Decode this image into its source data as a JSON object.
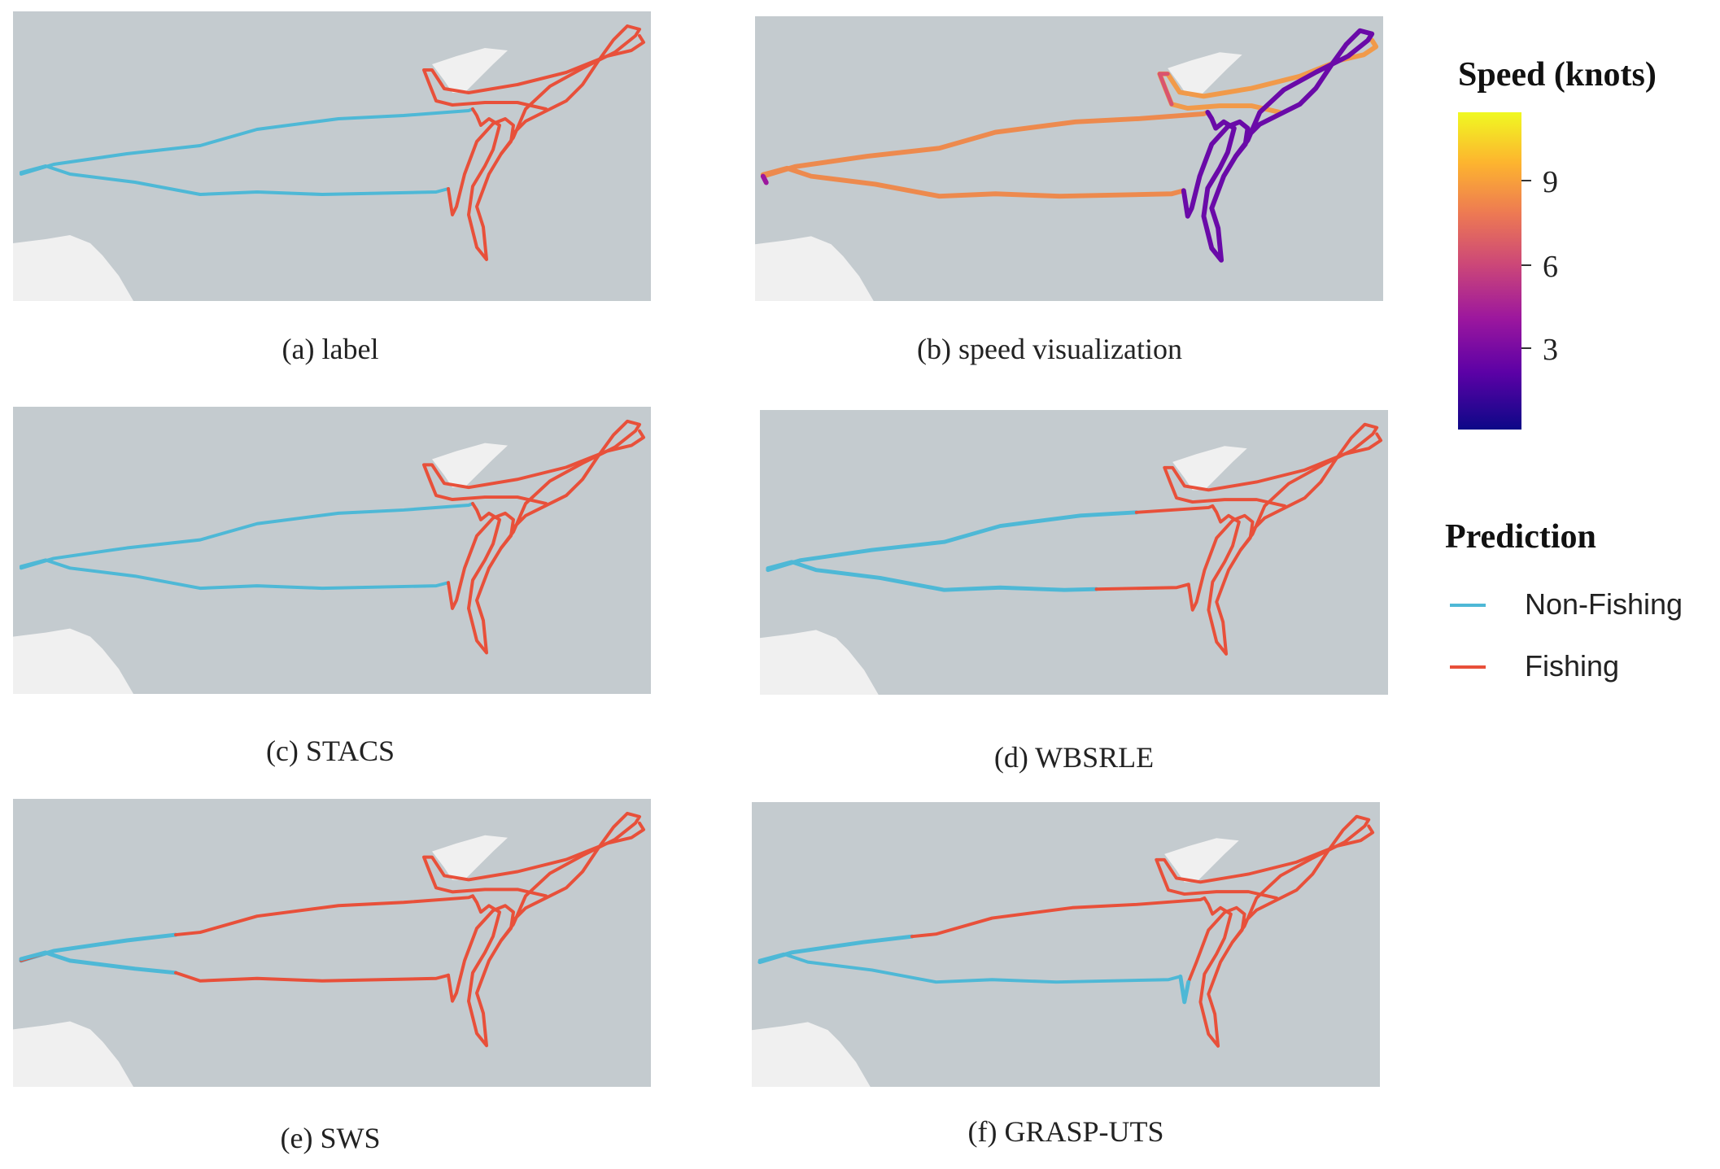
{
  "captions": {
    "a": "(a) label",
    "b": "(b) speed visualization",
    "c": "(c) STACS",
    "d": "(d) WBSRLE",
    "e": "(e) SWS",
    "f": "(f) GRASP-UTS"
  },
  "legend": {
    "speed_title": "Speed (knots)",
    "speed_ticks": [
      "9",
      "6",
      "3"
    ],
    "prediction_title": "Prediction",
    "items": [
      {
        "label": "Non-Fishing",
        "color": "#4eb8d6"
      },
      {
        "label": "Fishing",
        "color": "#e8503a"
      }
    ]
  },
  "colors": {
    "sea": "#c4cbcf",
    "land": "#f0f0f0",
    "non_fishing": "#4eb8d6",
    "fishing": "#e8503a"
  }
}
